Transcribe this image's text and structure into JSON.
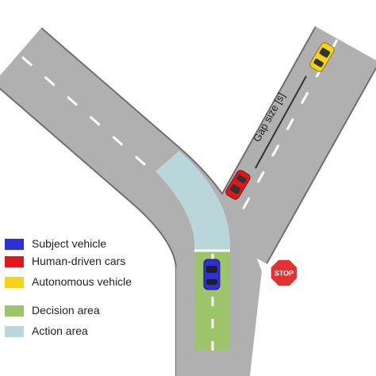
{
  "legend": {
    "items": [
      {
        "key": "subject",
        "label": "Subject vehicle",
        "color": "#2f2fd6"
      },
      {
        "key": "human",
        "label": "Human-driven cars",
        "color": "#e0161b"
      },
      {
        "key": "autonomous",
        "label": "Autonomous vehicle",
        "color": "#f7d21a"
      },
      {
        "key": "decision",
        "label": "Decision area",
        "color": "#9cc46b"
      },
      {
        "key": "action",
        "label": "Action area",
        "color": "#b9d7da"
      }
    ]
  },
  "gap_label": "Gap size [s]",
  "stop_sign": {
    "text": "STOP",
    "color": "#e23232"
  },
  "colors": {
    "road": "#b0b0b0",
    "road_edge": "#6f6f6f",
    "lane_marking": "#ffffff"
  }
}
